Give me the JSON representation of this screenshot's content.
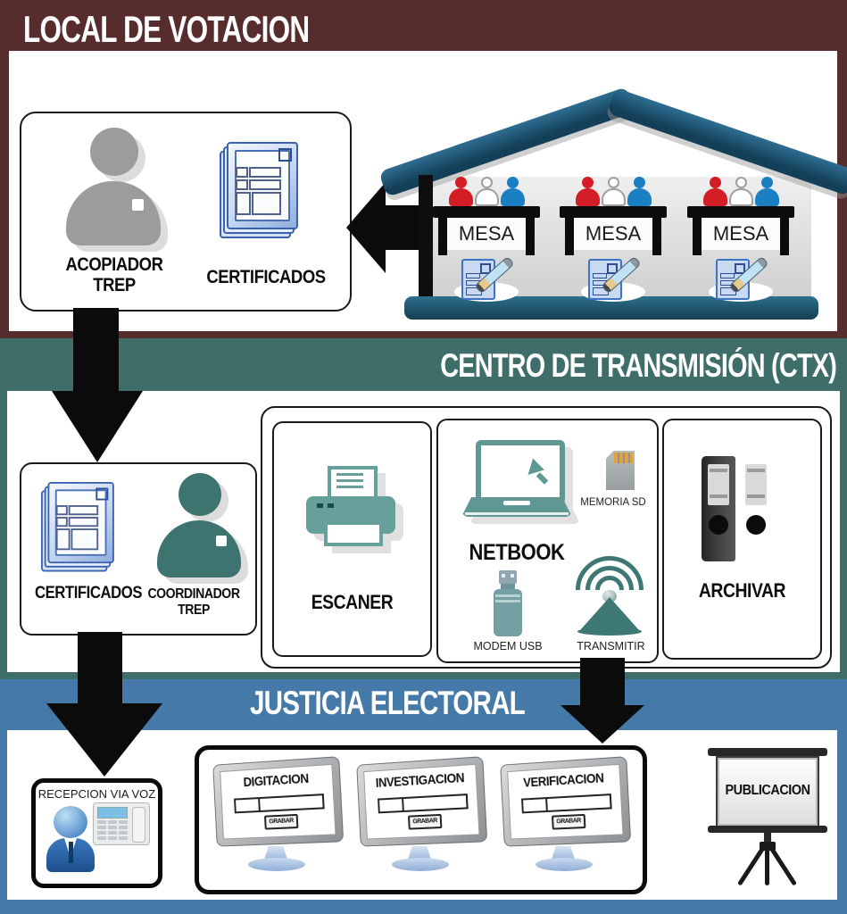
{
  "palette": {
    "maroon_band": "#572c2c",
    "teal_band": "#3f6e6a",
    "blue_band": "#4579a8",
    "icon_teal": "#5e9793",
    "doc_blue": "#3a62b0",
    "arrow_black": "#0b0b0b"
  },
  "local": {
    "title": "LOCAL DE VOTACION",
    "acopiador": {
      "line1": "ACOPIADOR",
      "line2": "TREP",
      "docs_label": "CERTIFICADOS"
    },
    "house": {
      "mesas": [
        "MESA",
        "MESA",
        "MESA"
      ]
    }
  },
  "ctx": {
    "title": "CENTRO DE TRANSMISIÓN (CTX)",
    "left_box": {
      "docs_label": "CERTIFICADOS",
      "line1": "COORDINADOR",
      "line2": "TREP"
    },
    "escaner_label": "ESCANER",
    "netbook_label": "NETBOOK",
    "memoria_label": "MEMORIA SD",
    "modem_label": "MODEM USB",
    "transmitir_label": "TRANSMITIR",
    "archivar_label": "ARCHIVAR"
  },
  "justicia": {
    "title": "JUSTICIA ELECTORAL",
    "recepcion_label": "RECEPCION VIA VOZ",
    "monitors": [
      {
        "label": "DIGITACION",
        "button": "GRABAR"
      },
      {
        "label": "INVESTIGACION",
        "button": "GRABAR"
      },
      {
        "label": "VERIFICACION",
        "button": "GRABAR"
      }
    ],
    "publicacion_label": "PUBLICACION"
  }
}
